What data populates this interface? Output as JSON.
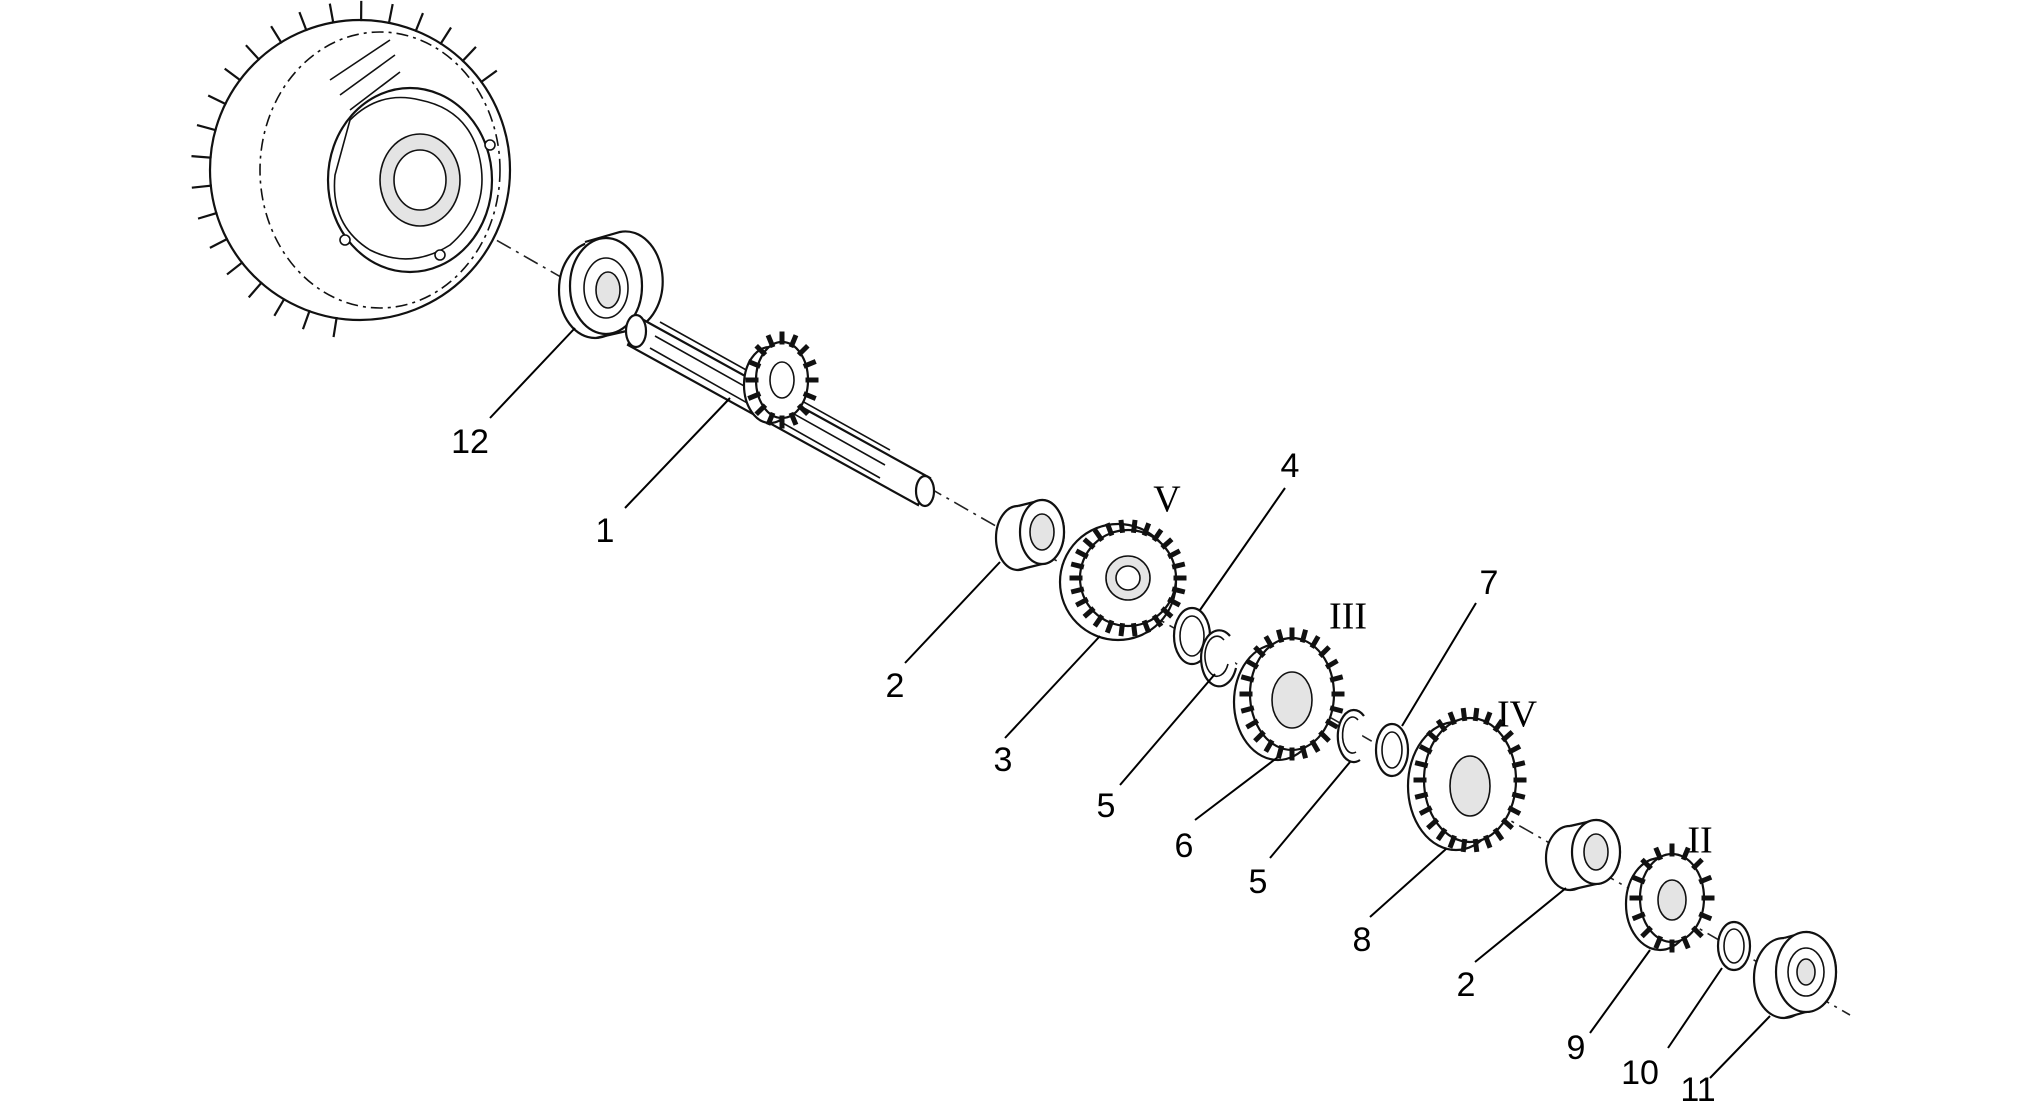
{
  "callouts": [
    {
      "label": "12"
    },
    {
      "label": "1"
    },
    {
      "label": "2"
    },
    {
      "label": "3"
    },
    {
      "label": "4"
    },
    {
      "label": "5"
    },
    {
      "label": "6"
    },
    {
      "label": "5"
    },
    {
      "label": "7"
    },
    {
      "label": "8"
    },
    {
      "label": "2"
    },
    {
      "label": "9"
    },
    {
      "label": "10"
    },
    {
      "label": "11"
    }
  ],
  "gear_labels": [
    {
      "label": "V"
    },
    {
      "label": "III"
    },
    {
      "label": "IV"
    },
    {
      "label": "II"
    }
  ]
}
